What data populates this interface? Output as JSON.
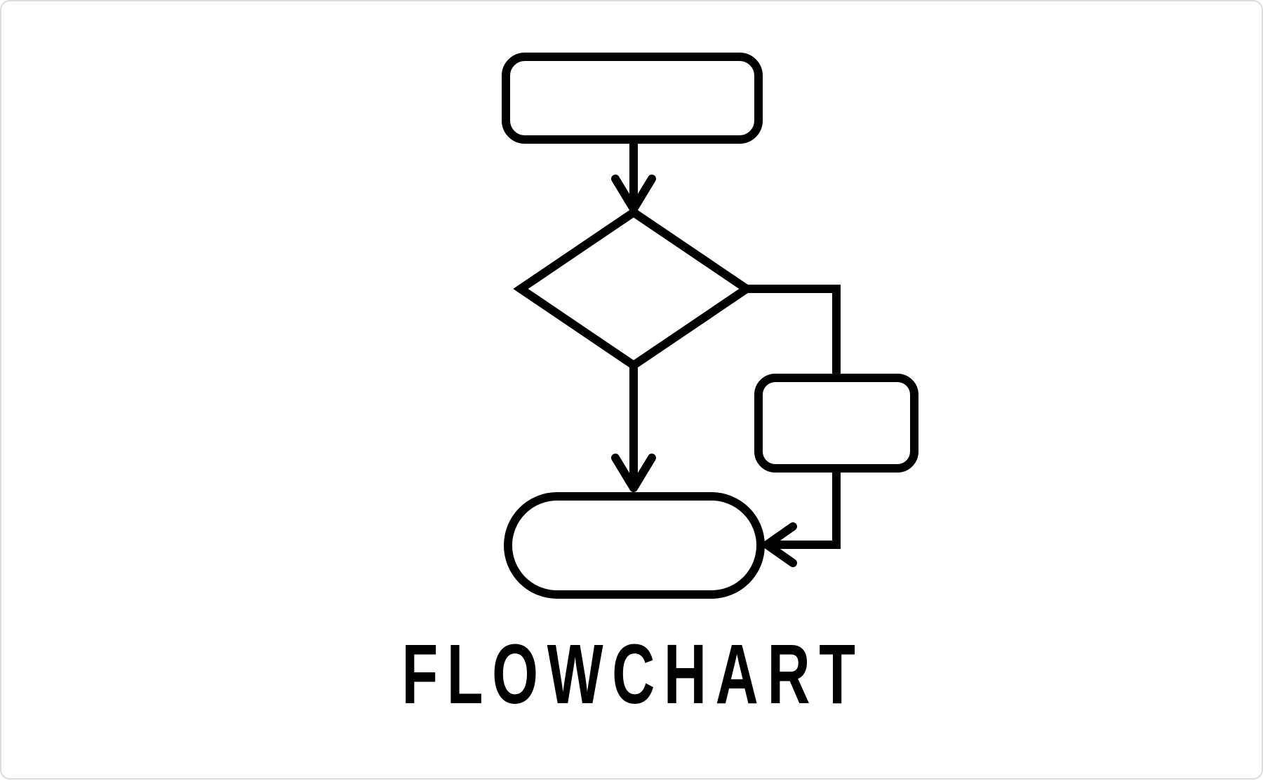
{
  "label": {
    "text": "FLOWCHART"
  },
  "colors": {
    "stroke": "#000000",
    "node_fill": "#ffffff",
    "background": "#ffffff",
    "card_border": "#dcdcdc"
  },
  "diagram": {
    "type": "flowchart-icon",
    "nodes": [
      {
        "id": "start",
        "shape": "rounded-rectangle",
        "text": ""
      },
      {
        "id": "decision",
        "shape": "diamond",
        "text": ""
      },
      {
        "id": "process",
        "shape": "rounded-rectangle",
        "text": ""
      },
      {
        "id": "end",
        "shape": "stadium",
        "text": ""
      }
    ],
    "edges": [
      {
        "from": "start",
        "to": "decision",
        "style": "straight-arrow-down"
      },
      {
        "from": "decision",
        "to": "end",
        "style": "straight-arrow-down"
      },
      {
        "from": "decision",
        "to": "process",
        "style": "elbow-right-then-down"
      },
      {
        "from": "process",
        "to": "end",
        "style": "elbow-down-then-left-arrow"
      }
    ]
  }
}
